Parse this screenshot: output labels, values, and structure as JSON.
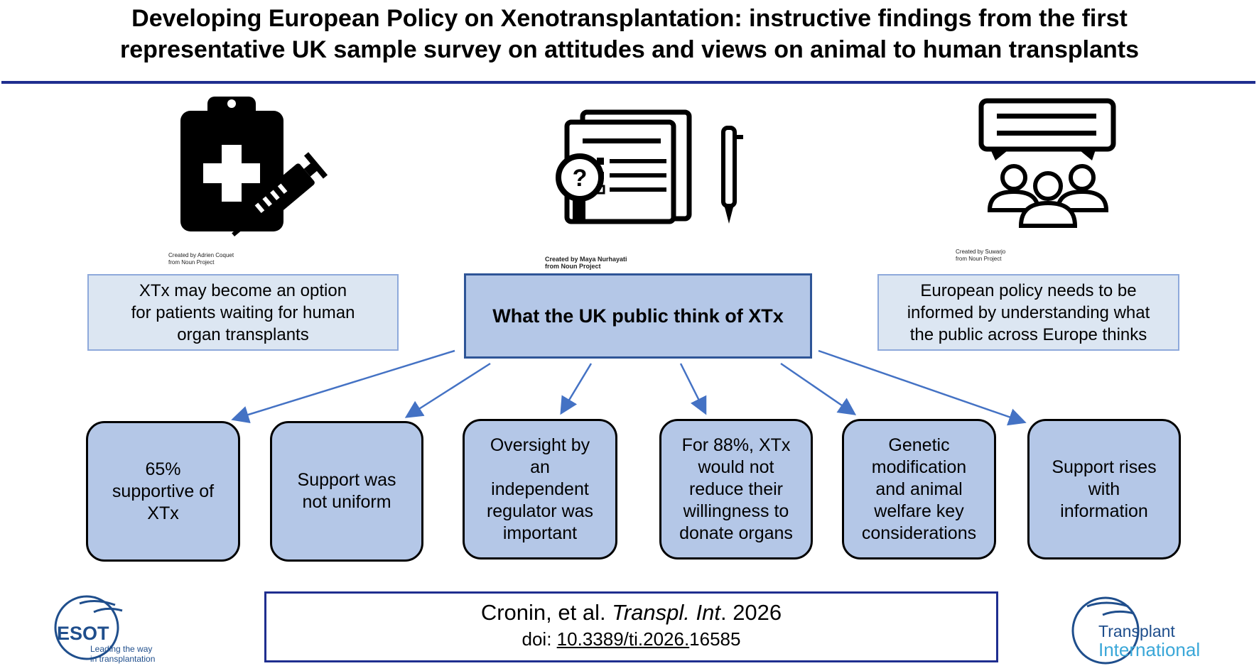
{
  "title_line1": "Developing European Policy on Xenotransplantation: instructive findings from the first",
  "title_line2": "representative UK sample survey on attitudes and views on animal to human transplants",
  "icons": {
    "left": {
      "name": "clipboard-syringe-icon",
      "credit1": "Created by Adrien Coquet",
      "credit2": "from Noun Project"
    },
    "center": {
      "name": "survey-document-icon",
      "credit1": "Created by Maya Nurhayati",
      "credit2": "from Noun Project"
    },
    "right": {
      "name": "group-discussion-icon",
      "credit1": "Created by Suwarjo",
      "credit2": "from Noun Project"
    }
  },
  "left_box": {
    "l1": "XTx may become an option",
    "l2": "for patients waiting for human",
    "l3": "organ transplants"
  },
  "center_box": "What the UK public think of XTx",
  "right_box": {
    "l1": "European policy needs to be",
    "l2": "informed by understanding what",
    "l3": "the public across Europe thinks"
  },
  "findings": [
    {
      "lines": [
        "65%",
        "supportive of",
        "XTx"
      ]
    },
    {
      "lines": [
        "Support was",
        "not uniform"
      ]
    },
    {
      "lines": [
        "Oversight by",
        "an",
        "independent",
        "regulator was",
        "important"
      ]
    },
    {
      "lines": [
        "For 88%, XTx",
        "would not",
        "reduce their",
        "willingness to",
        "donate organs"
      ]
    },
    {
      "lines": [
        "Genetic",
        "modification",
        "and animal",
        "welfare key",
        "considerations"
      ]
    },
    {
      "lines": [
        "Support rises",
        "with",
        "information"
      ]
    }
  ],
  "citation": {
    "authors": "Cronin, et al.",
    "journal": "Transpl. Int",
    "year_part": ". 2026",
    "doi_label": "doi:",
    "doi_link": "10.3389/ti.2026.",
    "doi_num": "16585"
  },
  "logos": {
    "esot": {
      "name": "ESOT",
      "tag1": "Leading the way",
      "tag2": "in transplantation"
    },
    "ti": {
      "line1": "Transplant",
      "line2": "International"
    }
  },
  "colors": {
    "accent": "#1f2e8f",
    "box_fill": "#b4c7e7",
    "side_fill": "#dce6f2",
    "arrow": "#4472c4"
  }
}
